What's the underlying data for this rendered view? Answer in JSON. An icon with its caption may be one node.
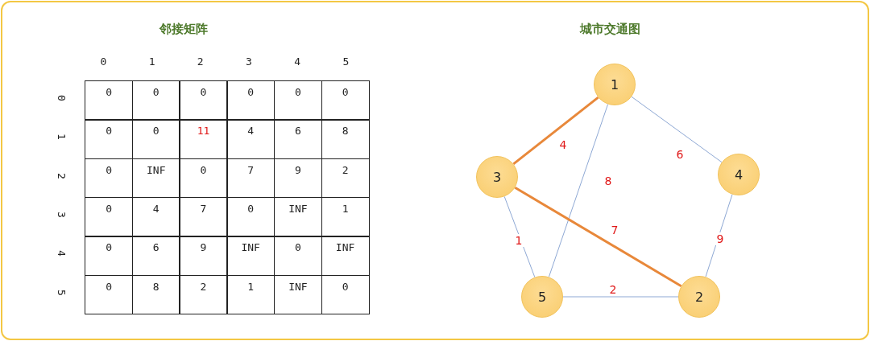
{
  "diagram": {
    "nodes": [
      {
        "text": [
          "1"
        ]
      },
      {
        "text": [
          "3"
        ]
      },
      {
        "text": [
          "4"
        ]
      },
      {
        "text": [
          "5"
        ]
      },
      {
        "text": [
          "2"
        ]
      }
    ],
    "edges": [
      {
        "from": 0,
        "to": 1,
        "arrow": "none",
        "label": "4",
        "style": "thick",
        "color": "#e8883a"
      },
      {
        "from": 0,
        "to": 3,
        "arrow": "none",
        "label": "8"
      },
      {
        "from": 0,
        "to": 2,
        "arrow": "none",
        "label": "6"
      },
      {
        "from": 1,
        "to": 4,
        "arrow": "none",
        "label": "7",
        "style": "thick",
        "color": "#e8883a"
      },
      {
        "from": 2,
        "to": 4,
        "arrow": "none",
        "label": "9"
      },
      {
        "from": 1,
        "to": 3,
        "arrow": "none",
        "label": "1"
      },
      {
        "from": 3,
        "to": 4,
        "arrow": "none",
        "label": "2"
      }
    ],
    "labels": [
      "邻接矩阵",
      "城市交通图",
      "0",
      "1",
      "2",
      "3",
      "4",
      "5",
      "0",
      "0",
      "0",
      "0",
      "0",
      "0",
      "0",
      "1",
      "0",
      "0",
      "11",
      "4",
      "6",
      "8",
      "2",
      "0",
      "INF",
      "0",
      "7",
      "9",
      "2",
      "3",
      "0",
      "4",
      "7",
      "0",
      "INF",
      "1",
      "4",
      "0",
      "6",
      "9",
      "INF",
      "0",
      "INF",
      "5",
      "0",
      "8",
      "2",
      "1",
      "INF",
      "0"
    ]
  }
}
